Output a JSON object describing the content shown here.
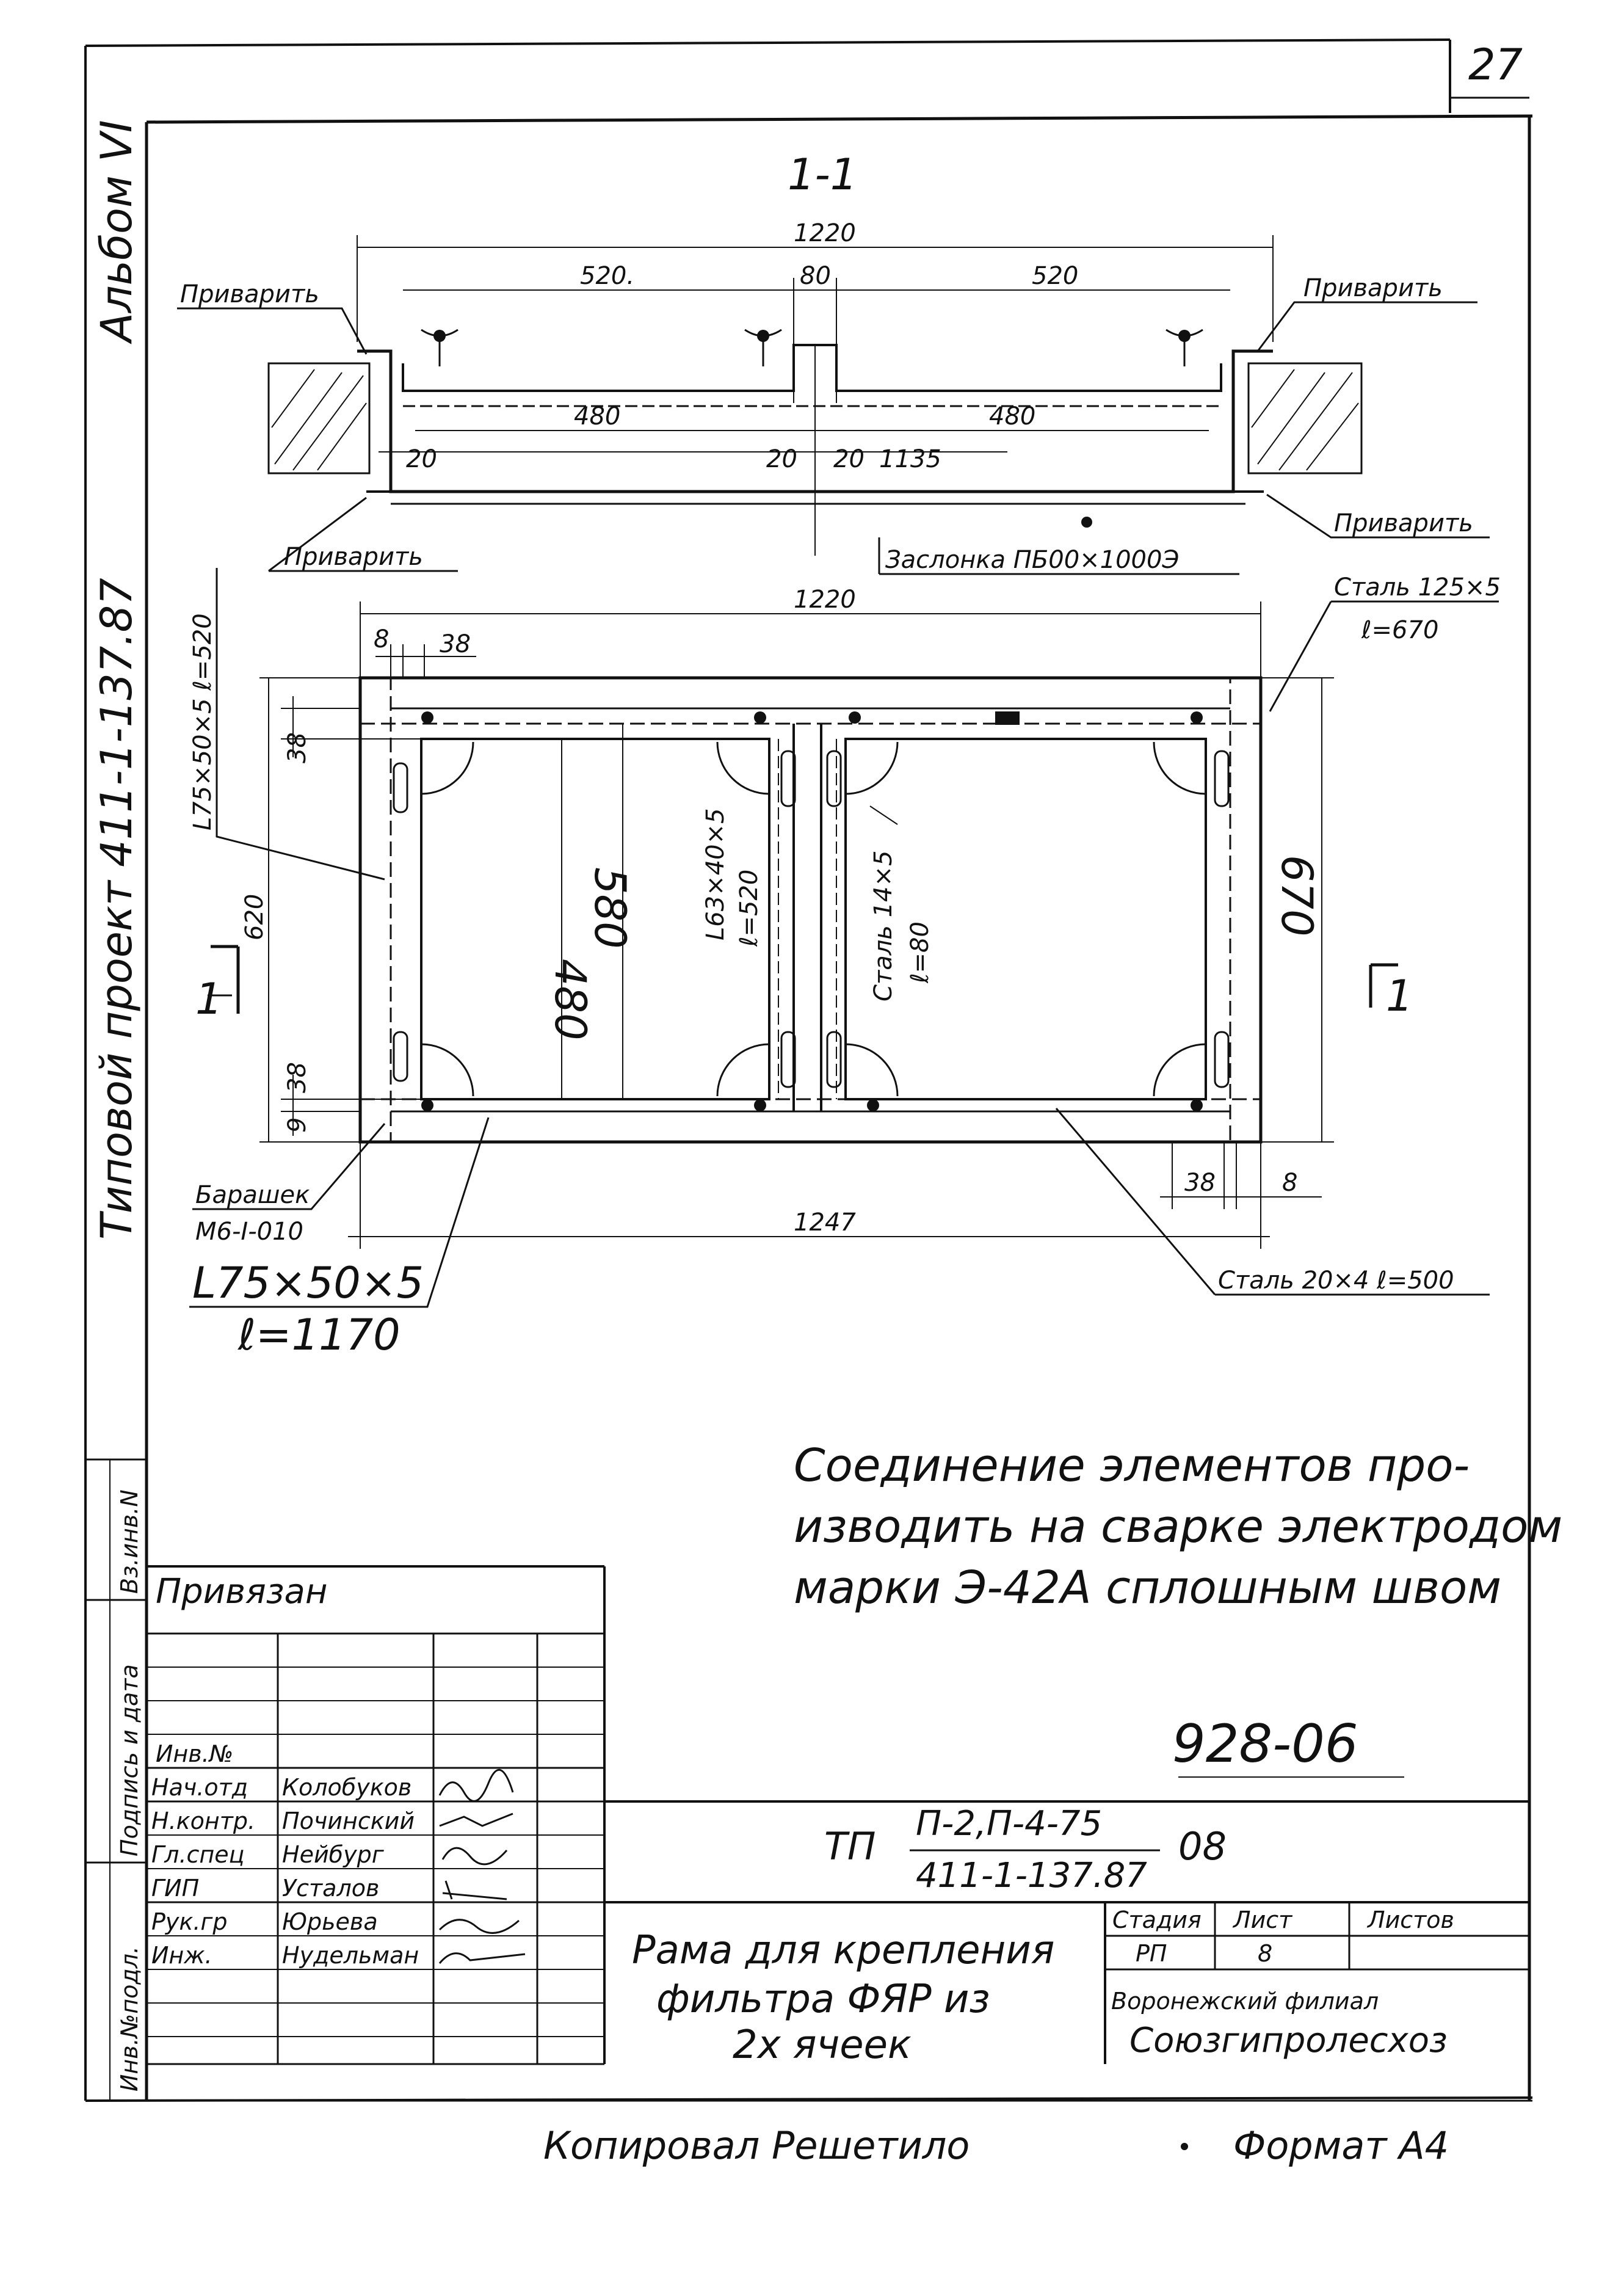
{
  "sheet_number": "27",
  "side_strip": {
    "album": "Альбом VI",
    "project": "Типовой проект 411-1-137.87",
    "inv_no_orig": "Инв.№подл.",
    "sign_date": "Подпись и дата",
    "vzam_inv": "Вз.инв.N"
  },
  "section": {
    "title": "1-1",
    "dims": {
      "overall": "1220",
      "left": "520.",
      "mid": "80",
      "right": "520",
      "inner_left": "480",
      "inner_right": "480",
      "gap_a": "20",
      "gap_b": "20",
      "gap_c": "20",
      "len_1135": "1135"
    },
    "labels": {
      "weld_tl": "Приварить",
      "weld_tr": "Приварить",
      "weld_br": "Приварить",
      "weld_bl": "Приварить",
      "damper": "Заслонка ПБ00×1000Э",
      "steel_125": "Сталь 125×5",
      "steel_125_len": "ℓ=670"
    }
  },
  "plan": {
    "dims": {
      "overall_top": "1220",
      "d8_top": "8",
      "d38_top": "38",
      "d38_left_top": "38",
      "d620": "620",
      "d480": "480",
      "d580": "580",
      "d670": "670",
      "d38_left_bot": "38",
      "d9_left_bot": "9",
      "d38_bot": "38",
      "d8_bot": "8",
      "overall_bot": "1247"
    },
    "labels": {
      "angle_left": "L75×50×5 ℓ=520",
      "angle_mid": "L63×40×5",
      "angle_mid_len": "ℓ=520",
      "steel_mid": "Сталь 14×5",
      "steel_mid_len": "ℓ=80",
      "cut_left": "1",
      "cut_right": "1",
      "wingnut": "Барашек",
      "wingnut_spec": "М6-I-010",
      "angle_bottom": "L75×50×5",
      "angle_bottom_len": "ℓ=1170",
      "steel_20": "Сталь 20×4 ℓ=500"
    }
  },
  "note": {
    "line1": "Соединение элементов про-",
    "line2": "изводить на сварке электродом",
    "line3": "марки Э-42А сплошным швом"
  },
  "title_block": {
    "doc_code": "928-06",
    "tp_prefix": "ТП",
    "tp_top": "П-2,П-4-75",
    "tp_bottom": "411-1-137.87",
    "tp_suffix": "08",
    "privyazan": "Привязан",
    "inv_no": "Инв.№",
    "roles": [
      {
        "role": "Нач.отд",
        "name": "Колобуков"
      },
      {
        "role": "Н.контр.",
        "name": "Починский"
      },
      {
        "role": "Гл.спец",
        "name": "Нейбург"
      },
      {
        "role": "ГИП",
        "name": "Усталов"
      },
      {
        "role": "Рук.гр",
        "name": "Юрьева"
      },
      {
        "role": "Инж.",
        "name": "Нудельман"
      }
    ],
    "name_line1": "Рама для крепления",
    "name_line2": "фильтра ФЯР из",
    "name_line3": "2х ячеек",
    "stage_h": "Стадия",
    "sheet_h": "Лист",
    "sheets_h": "Листов",
    "stage_v": "РП",
    "sheet_v": "8",
    "org1": "Воронежский филиал",
    "org2": "Союзгипролесхоз"
  },
  "footer": {
    "copied": "Копировал Решетило",
    "format": "Формат А4"
  }
}
